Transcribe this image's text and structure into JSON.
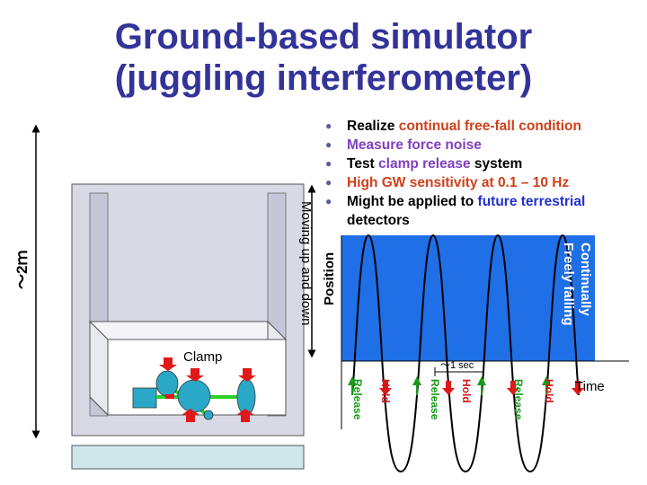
{
  "title": {
    "line1": "Ground-based simulator",
    "line2": "(juggling interferometer)"
  },
  "bullets": [
    {
      "before": "Realize ",
      "highlight": "continual free-fall condition",
      "after": "",
      "color": "#d0401a"
    },
    {
      "before": "",
      "highlight": "Measure force noise",
      "after": "",
      "color": "#8040c0"
    },
    {
      "before": "Test ",
      "highlight": "clamp release",
      "after": " system",
      "color": "#8040c0"
    },
    {
      "before": "",
      "highlight": "High GW sensitivity at 0.1 – 10 Hz",
      "after": "",
      "color": "#d0401a"
    },
    {
      "before": "Might be applied to ",
      "highlight": "future terrestrial",
      "after": "",
      "color": "#2030d0"
    }
  ],
  "bullet_tail": "detectors",
  "labels": {
    "height": "～2ｍ",
    "moving": "Moving up and down",
    "position_axis": "Position",
    "freefall_line1": "Continually",
    "freefall_line2": "Freely falling",
    "clamp": "Clamp",
    "period": "～1 sec",
    "time_axis": "Time",
    "release": "Release",
    "hold": "Hold"
  },
  "colors": {
    "title": "#33339a",
    "plot_bg": "#1f6fe6",
    "wave": "#000000",
    "arrow": "#e01818",
    "release_text": "#1a9a1a",
    "hold_text": "#d01818"
  }
}
